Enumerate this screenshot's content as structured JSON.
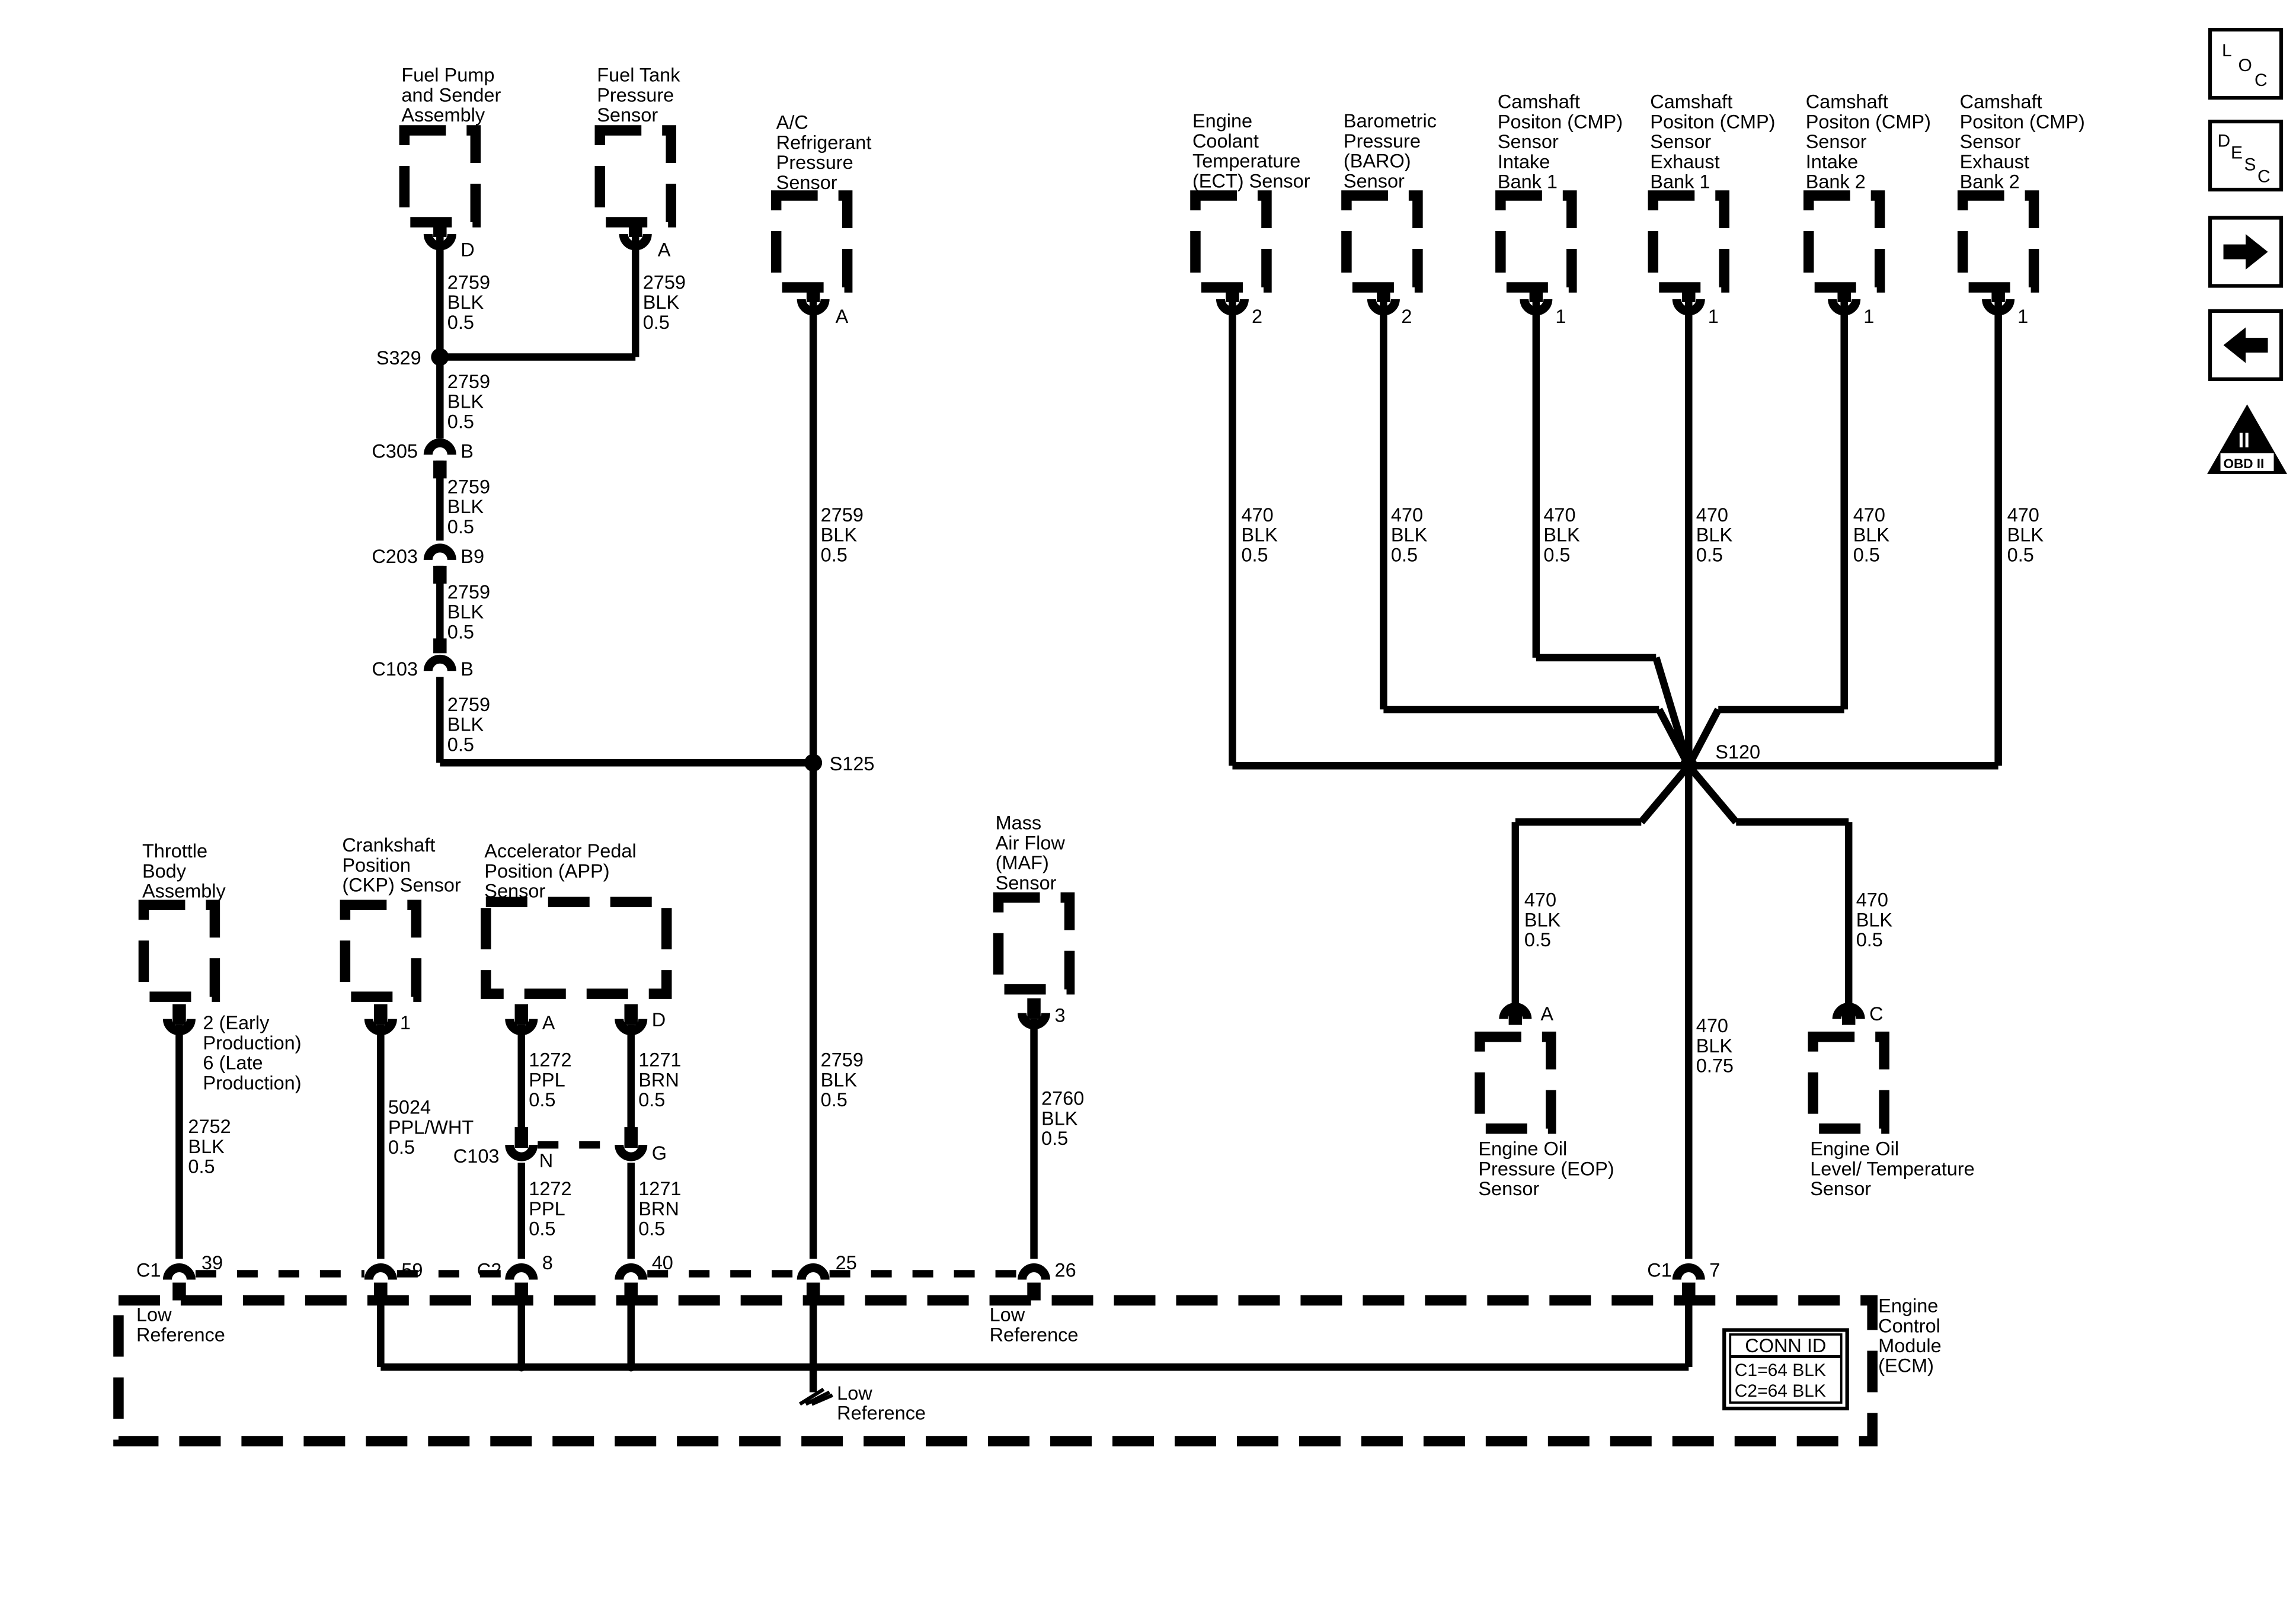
{
  "nav_icons": {
    "loc_letters": [
      "L",
      "O",
      "C"
    ],
    "desc_letters": [
      "D",
      "E",
      "S",
      "C"
    ],
    "next_label": "",
    "prev_label": "",
    "obd_badge": "II",
    "obd_text": "OBD II"
  },
  "components": {
    "fuel_pump": [
      "Fuel Pump",
      "and Sender",
      "Assembly"
    ],
    "fuel_tank": [
      "Fuel Tank",
      "Pressure",
      "Sensor"
    ],
    "ac_sensor": [
      "A/C",
      "Refrigerant",
      "Pressure",
      "Sensor"
    ],
    "ect": [
      "Engine",
      "Coolant",
      "Temperature",
      "(ECT) Sensor"
    ],
    "baro": [
      "Barometric",
      "Pressure",
      "(BARO)",
      "Sensor"
    ],
    "cmp_ib1": [
      "Camshaft",
      "Positon (CMP)",
      "Sensor",
      "Intake",
      "Bank 1"
    ],
    "cmp_eb1": [
      "Camshaft",
      "Positon (CMP)",
      "Sensor",
      "Exhaust",
      "Bank 1"
    ],
    "cmp_ib2": [
      "Camshaft",
      "Positon (CMP)",
      "Sensor",
      "Intake",
      "Bank 2"
    ],
    "cmp_eb2": [
      "Camshaft",
      "Positon (CMP)",
      "Sensor",
      "Exhaust",
      "Bank 2"
    ],
    "throttle": [
      "Throttle",
      "Body",
      "Assembly"
    ],
    "ckp": [
      "Crankshaft",
      "Position",
      "(CKP) Sensor"
    ],
    "app": [
      "Accelerator Pedal",
      "Position (APP)",
      "Sensor"
    ],
    "maf": [
      "Mass",
      "Air Flow",
      "(MAF)",
      "Sensor"
    ],
    "eop": [
      "Engine Oil",
      "Pressure (EOP)",
      "Sensor"
    ],
    "eolt": [
      "Engine Oil",
      "Level/ Temperature",
      "Sensor"
    ],
    "ecm": [
      "Engine",
      "Control",
      "Module",
      "(ECM)"
    ]
  },
  "pins": {
    "fuel_pump": "D",
    "fuel_tank": "A",
    "ac_sensor": "A",
    "ect": "2",
    "baro": "2",
    "cmp_ib1": "1",
    "cmp_eb1": "1",
    "cmp_ib2": "1",
    "cmp_eb2": "1",
    "throttle": [
      "2 (Early",
      "Production)",
      "6 (Late",
      "Production)"
    ],
    "ckp": "1",
    "app_a": "A",
    "app_d": "D",
    "maf": "3",
    "eop": "A",
    "eolt": "C",
    "c305": "B",
    "c203": "B9",
    "c103": "B",
    "c103_n": "N",
    "c103_g": "G",
    "ecm_39": "39",
    "ecm_59": "59",
    "ecm_8": "8",
    "ecm_40": "40",
    "ecm_25": "25",
    "ecm_26": "26",
    "ecm_7": "7"
  },
  "connectors": {
    "c305": "C305",
    "c203": "C203",
    "c103": "C103",
    "c103_app": "C103",
    "c1_left": "C1",
    "c2": "C2",
    "c1_right": "C1"
  },
  "splices": {
    "s329": "S329",
    "s125": "S125",
    "s120": "S120"
  },
  "wires": {
    "w2759": [
      "2759",
      "BLK",
      "0.5"
    ],
    "w470": [
      "470",
      "BLK",
      "0.5"
    ],
    "w470_075": [
      "470",
      "BLK",
      "0.75"
    ],
    "w2752": [
      "2752",
      "BLK",
      "0.5"
    ],
    "w5024": [
      "5024",
      "PPL/WHT",
      "0.5"
    ],
    "w1272": [
      "1272",
      "PPL",
      "0.5"
    ],
    "w1271": [
      "1271",
      "BRN",
      "0.5"
    ],
    "w2760": [
      "2760",
      "BLK",
      "0.5"
    ]
  },
  "ecm_labels": {
    "low_ref": [
      "Low",
      "Reference"
    ]
  },
  "conn_id": {
    "title": "CONN ID",
    "c1": "C1=64 BLK",
    "c2": "C2=64 BLK"
  }
}
